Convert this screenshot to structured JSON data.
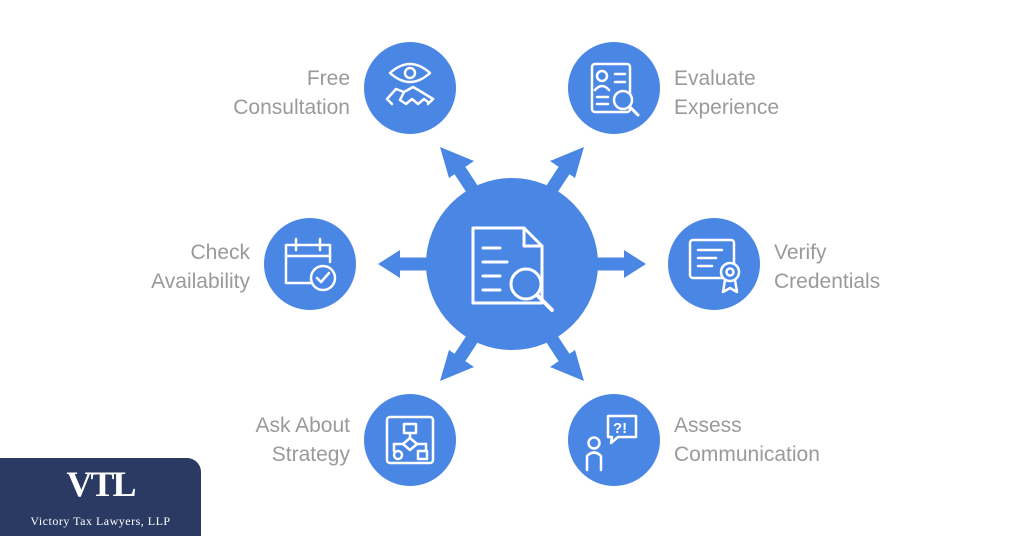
{
  "colors": {
    "node": "#4a86e4",
    "icon": "#ffffff",
    "label": "#9a9a9a",
    "logo_bg": "#2a3a63"
  },
  "center": {
    "icon": "document-search-icon"
  },
  "nodes": [
    {
      "id": "free-consultation",
      "lines": [
        "Free",
        "Consultation"
      ],
      "icon": "eye-handshake-icon"
    },
    {
      "id": "evaluate-experience",
      "lines": [
        "Evaluate",
        "Experience"
      ],
      "icon": "resume-search-icon"
    },
    {
      "id": "verify-credentials",
      "lines": [
        "Verify",
        "Credentials"
      ],
      "icon": "certificate-icon"
    },
    {
      "id": "assess-communication",
      "lines": [
        "Assess",
        "Communication"
      ],
      "icon": "person-speech-icon"
    },
    {
      "id": "ask-about-strategy",
      "lines": [
        "Ask About",
        "Strategy"
      ],
      "icon": "flowchart-icon"
    },
    {
      "id": "check-availability",
      "lines": [
        "Check",
        "Availability"
      ],
      "icon": "calendar-check-icon"
    }
  ],
  "logo": {
    "mark": "VTL",
    "name": "Victory Tax Lawyers, LLP"
  }
}
